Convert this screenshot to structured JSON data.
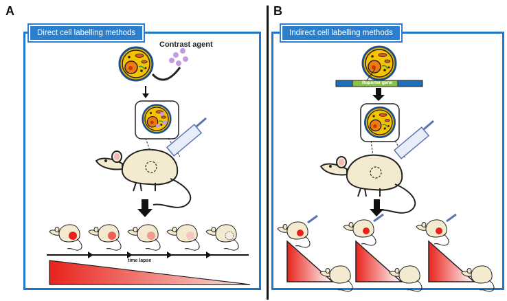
{
  "panels": {
    "a": {
      "letter": "A",
      "title": "Direct cell labelling methods",
      "contrast_label": "Contrast agent",
      "time_label": "time lapse"
    },
    "b": {
      "letter": "B",
      "title": "Indirect cell labelling methods",
      "reporter_label": "Reporter gene"
    }
  },
  "colors": {
    "frame": "#1f77c9",
    "title_bg": "#2a7fcf",
    "gradient_start": "#e8231c",
    "cell_fill": "#f4b400",
    "nucleus": "#f07a12",
    "reporter_bar": "#1f6fb8",
    "reporter_mid": "#8bc34a"
  }
}
